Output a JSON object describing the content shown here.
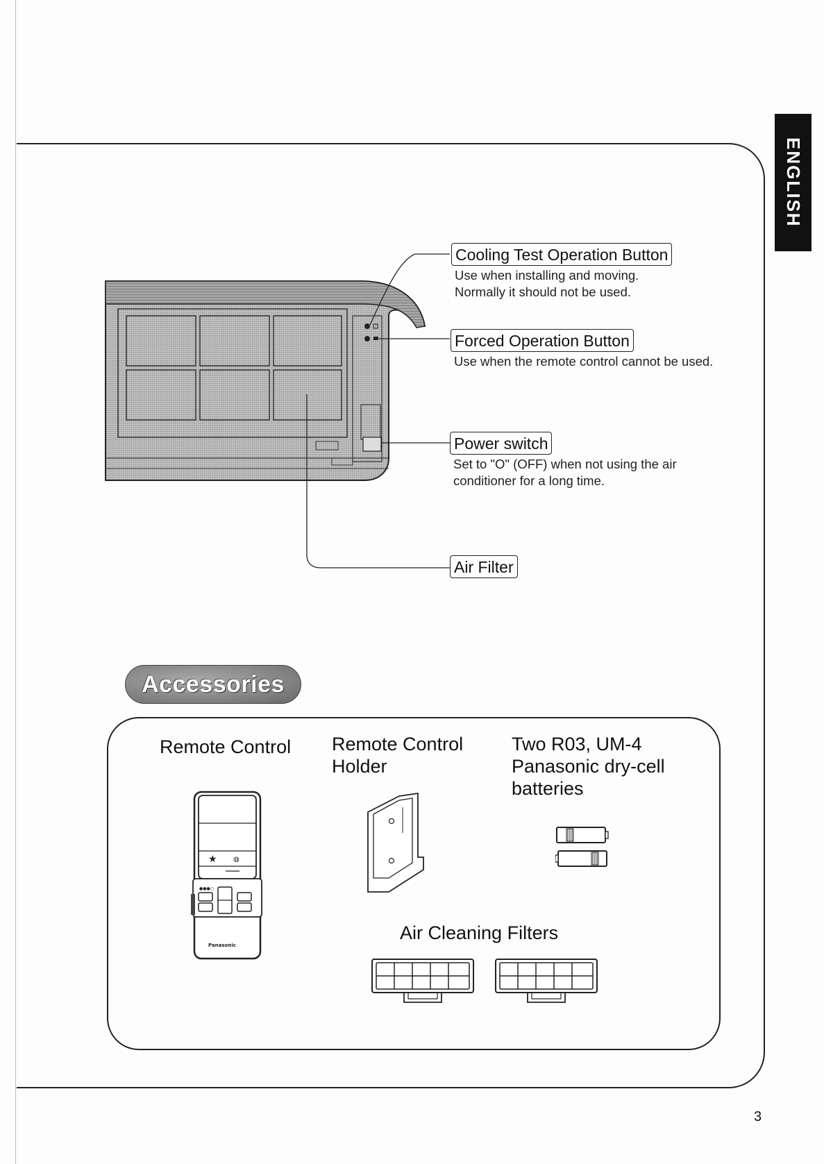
{
  "language_tab": "ENGLISH",
  "callouts": {
    "cooling_test": {
      "label": "Cooling Test Operation Button",
      "desc_line1": "Use when installing and moving.",
      "desc_line2": "Normally it should not be used."
    },
    "forced_operation": {
      "label": "Forced Operation Button",
      "desc_line1": "Use when the remote control cannot be used."
    },
    "power_switch": {
      "label": "Power switch",
      "desc_line1": "Set to \"O\" (OFF) when not using the air",
      "desc_line2": "conditioner for a long time."
    },
    "air_filter": {
      "label": "Air Filter"
    }
  },
  "accessories": {
    "heading": "Accessories",
    "remote_control": "Remote Control",
    "remote_brand": "Panasonic",
    "holder_line1": "Remote Control",
    "holder_line2": "Holder",
    "batteries_line1": "Two R03, UM-4",
    "batteries_line2": "Panasonic dry-cell",
    "batteries_line3": "batteries",
    "filters": "Air Cleaning Filters"
  },
  "page_number": "3"
}
